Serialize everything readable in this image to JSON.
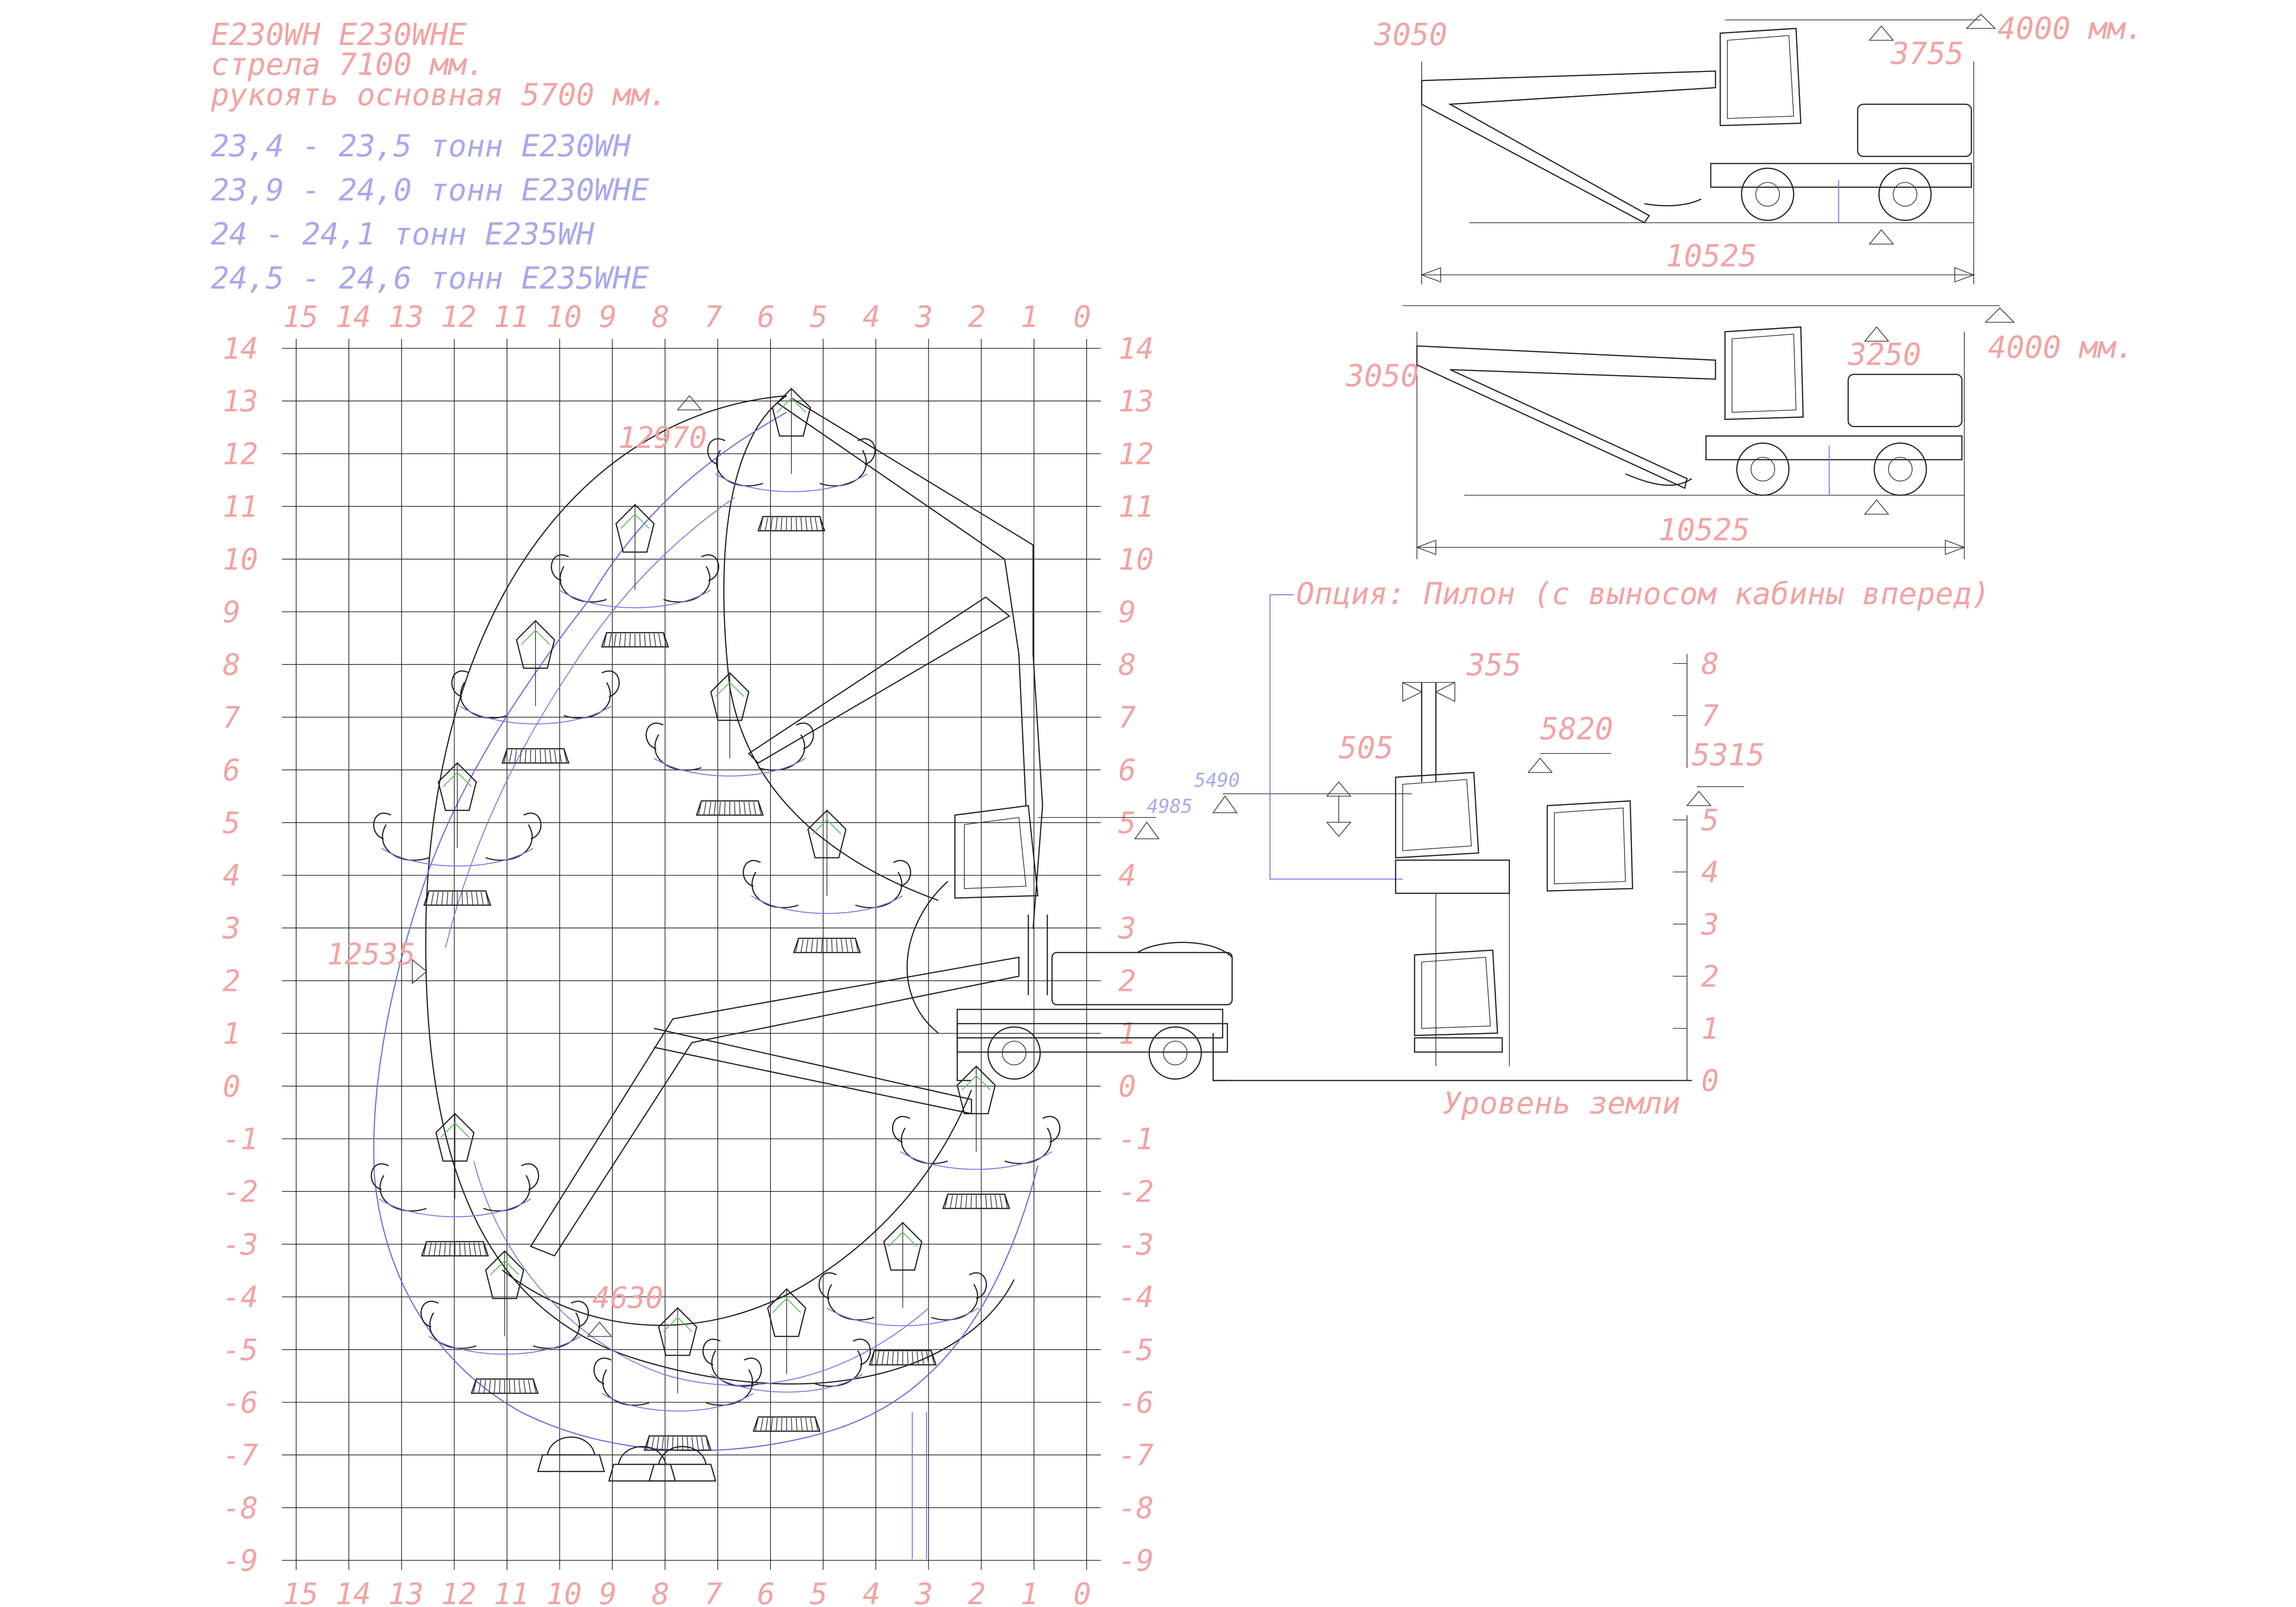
{
  "header": {
    "model": "E230WH E230WHE",
    "boom": "стрела 7100 мм.",
    "arm": "рукоять основная 5700 мм.",
    "weights": [
      "23,4 - 23,5 тонн E230WH",
      "23,9 - 24,0 тонн E230WHE",
      "24 - 24,1 тонн E235WH",
      "24,5 - 24,6 тонн E235WHE"
    ]
  },
  "grid": {
    "x_ticks": [
      "15",
      "14",
      "13",
      "12",
      "11",
      "10",
      "9",
      "8",
      "7",
      "6",
      "5",
      "4",
      "3",
      "2",
      "1",
      "0"
    ],
    "y_ticks": [
      "14",
      "13",
      "12",
      "11",
      "10",
      "9",
      "8",
      "7",
      "6",
      "5",
      "4",
      "3",
      "2",
      "1",
      "0",
      "-1",
      "-2",
      "-3",
      "-4",
      "-5",
      "-6",
      "-7",
      "-8",
      "-9"
    ]
  },
  "main_dims": {
    "max_height": "12970",
    "max_reach": "12535",
    "min_depth": "4630",
    "cab_height": "4985",
    "cab_top": "5490"
  },
  "top_view_1": {
    "dim_left": "3050",
    "dim_right": "3755",
    "dim_max": "4000 мм.",
    "dim_length": "10525"
  },
  "top_view_2": {
    "dim_left": "3050",
    "dim_right": "3250",
    "dim_max": "4000 мм.",
    "dim_length": "10525"
  },
  "option": {
    "title": "Опция: Пилон (с выносом кабины вперед)",
    "dim_355": "355",
    "dim_505": "505",
    "dim_5820": "5820",
    "dim_5315": "5315",
    "scale": [
      "8",
      "7",
      "5",
      "4",
      "3",
      "2",
      "1",
      "0"
    ],
    "ground": "Уровень земли"
  }
}
